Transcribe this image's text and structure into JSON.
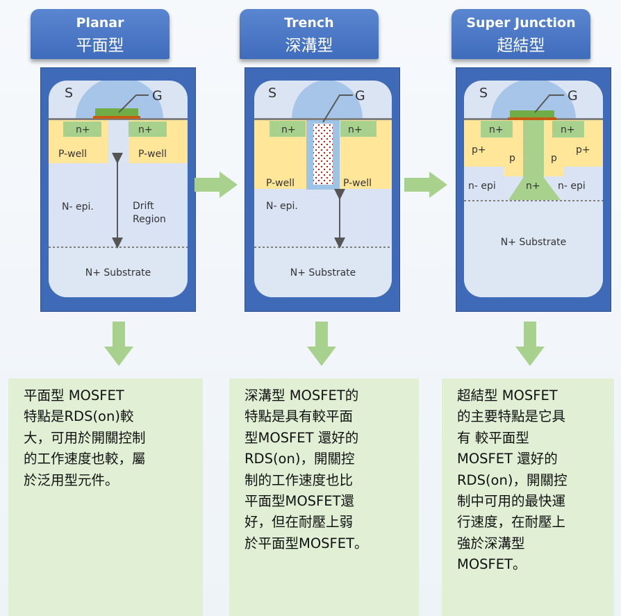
{
  "columns": [
    {
      "title_en": "Planar",
      "title_zh": "平面型",
      "labels": {
        "source": "S",
        "gate": "G",
        "n_plus_left": "n+",
        "n_plus_right": "n+",
        "pwell_left": "P-well",
        "pwell_right": "P-well",
        "epi": "N- epi.",
        "drift_line1": "Drift",
        "drift_line2": "Region",
        "substrate": "N+ Substrate"
      },
      "description": [
        "平面型 MOSFET",
        "特點是RDS(on)較",
        "大，可用於開關控制",
        "的工作速度也較，屬",
        "於泛用型元件。"
      ]
    },
    {
      "title_en": "Trench",
      "title_zh": "深溝型",
      "labels": {
        "source": "S",
        "gate": "G",
        "n_plus_left": "n+",
        "n_plus_right": "n+",
        "pwell_left": "P-well",
        "pwell_right": "P-well",
        "epi": "N- epi.",
        "substrate": "N+ Substrate"
      },
      "description": [
        "深溝型 MOSFET的",
        "特點是具有較平面",
        "型MOSFET 還好的",
        "RDS(on)，開關控",
        "制的工作速度也比",
        "平面型MOSFET還",
        "好，但在耐壓上弱",
        "於平面型MOSFET。"
      ]
    },
    {
      "title_en": "Super Junction",
      "title_zh": "超結型",
      "labels": {
        "source": "S",
        "gate": "G",
        "n_plus_left": "n+",
        "n_plus_right": "n+",
        "p_plus_left": "p+",
        "p_plus_right": "p+",
        "p_left": "p",
        "p_right": "p",
        "epi_left": "n- epi",
        "n_plus_mid": "n+",
        "epi_right": "n- epi",
        "substrate": "N+ Substrate"
      },
      "description": [
        "超結型 MOSFET",
        "的主要特點是它具",
        "有 較平面型",
        "MOSFET 還好的",
        "RDS(on)，開關控",
        "制中可用的最快運",
        "行速度，在耐壓上",
        "強於深溝型",
        "MOSFET。"
      ]
    }
  ],
  "colors": {
    "title_bg": "#4a78c6",
    "panel_bg": "#3e6ab8",
    "device_bg": "#d7e1f1",
    "gate_dome": "#a6c5e8",
    "n_plus": "#a9d18e",
    "p_well": "#ffe699",
    "arrow": "#a9d18e",
    "desc_bg": "#e1efd5"
  }
}
